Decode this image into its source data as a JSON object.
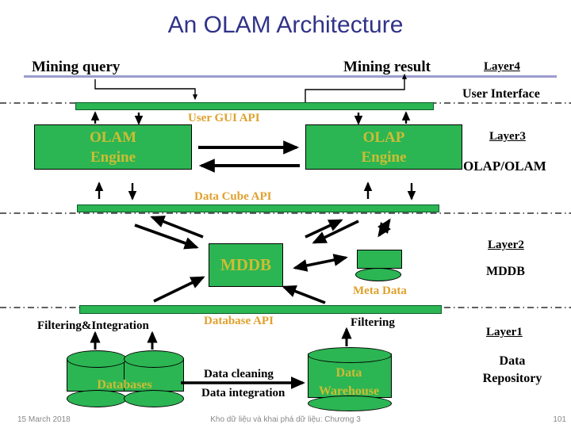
{
  "title": "An OLAM Architecture",
  "colors": {
    "green": "#2cb553",
    "title_navy": "#313389",
    "lavender_rule": "#9b9ccd",
    "api_label_yellow": "#dfa12d",
    "box_label_yellow": "#cdbd33",
    "text_black": "#000000",
    "footer_gray": "#888888"
  },
  "layer4": {
    "mining_query": "Mining query",
    "mining_result": "Mining result",
    "layer": "Layer4",
    "sublabel": "User Interface"
  },
  "layer3": {
    "api": "User GUI API",
    "olam_line1": "OLAM",
    "olam_line2": "Engine",
    "olap_line1": "OLAP",
    "olap_line2": "Engine",
    "layer": "Layer3",
    "sublabel": "OLAP/OLAM"
  },
  "layer2": {
    "api": "Data Cube API",
    "mddb": "MDDB",
    "meta": "Meta Data",
    "layer": "Layer2",
    "sublabel": "MDDB"
  },
  "layer1": {
    "api": "Database API",
    "filtering_integration": "Filtering&Integration",
    "filtering": "Filtering",
    "databases": "Databases",
    "cleaning": "Data cleaning",
    "integration": "Data integration",
    "wh_line1": "Data",
    "wh_line2": "Warehouse",
    "layer": "Layer1",
    "sublabel_line1": "Data",
    "sublabel_line2": "Repository"
  },
  "footer": {
    "date": "15 March 2018",
    "center": "Kho dữ liệu và khai phá dữ liệu: Chương 3",
    "page": "101"
  }
}
